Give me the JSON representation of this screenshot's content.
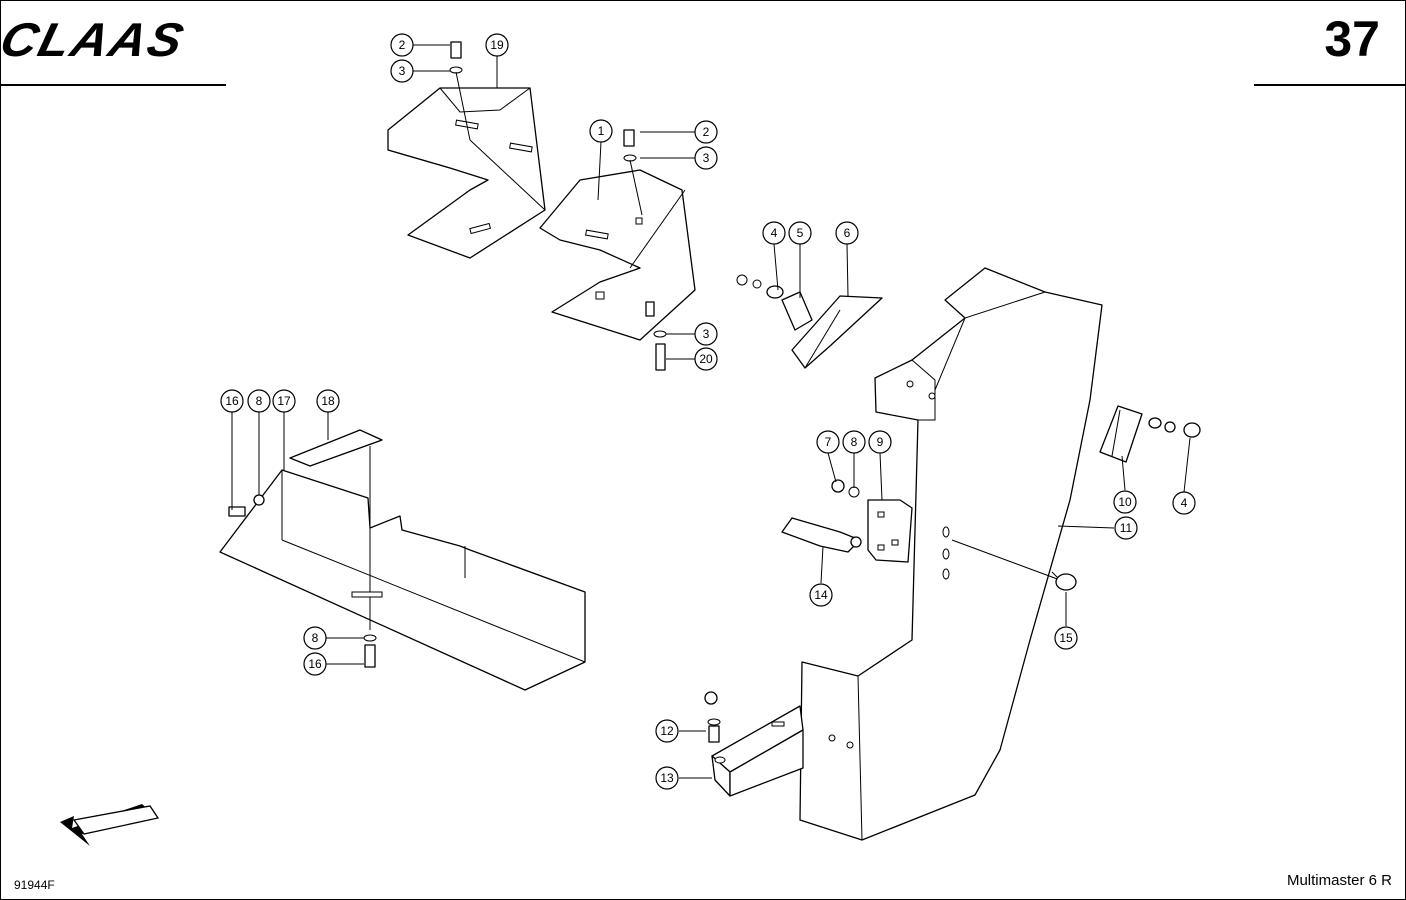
{
  "header": {
    "brand": "CLAAS",
    "page_number": "37"
  },
  "footer": {
    "drawing_id": "91944F",
    "model": "Multimaster 6 R"
  },
  "callouts": [
    "1",
    "2",
    "3",
    "4",
    "5",
    "6",
    "7",
    "8",
    "9",
    "10",
    "11",
    "12",
    "13",
    "14",
    "15",
    "16",
    "17",
    "18",
    "19",
    "20"
  ],
  "colors": {
    "line": "#000000",
    "paper": "#ffffff"
  },
  "icons": {
    "direction": "arrow-down-left-icon"
  }
}
